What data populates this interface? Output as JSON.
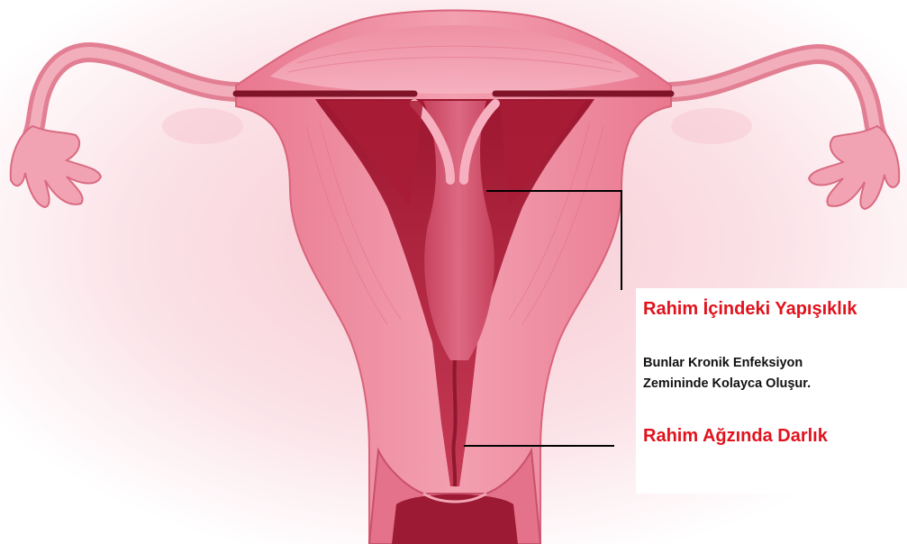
{
  "labels": {
    "adhesion_title": "Rahim İçindeki Yapışıklık",
    "description_line1": "Bunlar Kronik Enfeksiyon",
    "description_line2": "Zemininde Kolayca Oluşur.",
    "stenosis_title": "Rahim Ağzında Darlık"
  },
  "colors": {
    "label_accent": "#e2121c",
    "label_text": "#111111",
    "tissue_light": "#f4a3b4",
    "tissue_mid": "#e8768f",
    "cavity_dark": "#b8263f",
    "leader_line": "#000000"
  }
}
